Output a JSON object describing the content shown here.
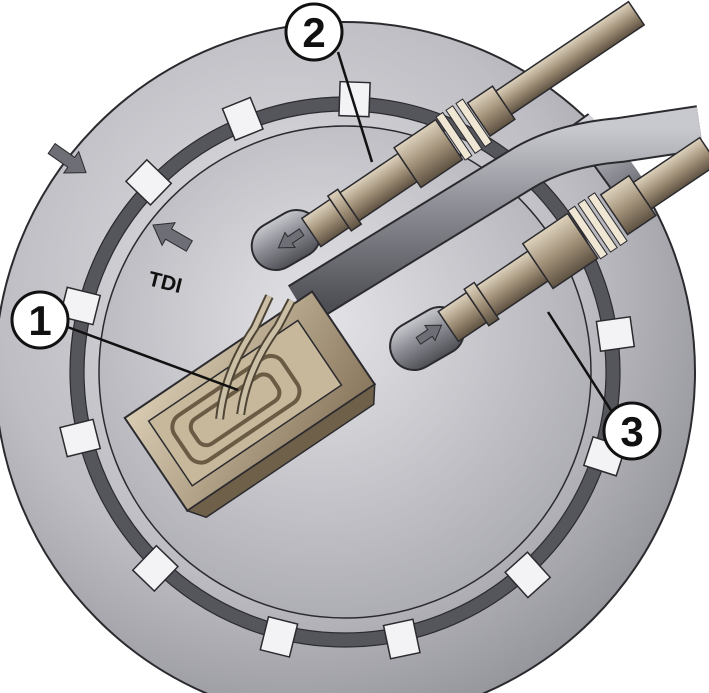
{
  "labels": {
    "engine": "TDI",
    "callout_1": "1",
    "callout_2": "2",
    "callout_3": "3"
  },
  "colors": {
    "housing": "#b6b6bc",
    "ring": "#55555c",
    "plate": "#d0d0d6",
    "metal": "#a89880",
    "pipe": "#8e8e96",
    "arrow": "#6e6e76"
  },
  "icons": {
    "flow_out": "arrow-left-icon",
    "flow_in": "arrow-right-icon",
    "orientation": "arrow-icon"
  }
}
